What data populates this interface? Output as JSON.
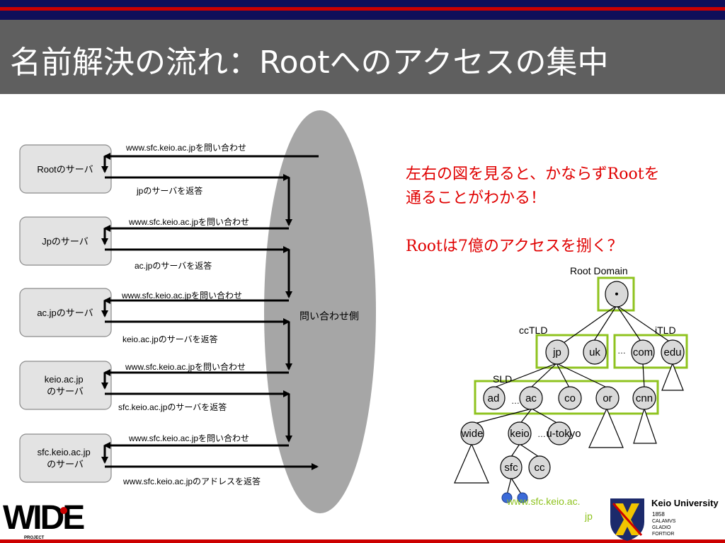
{
  "slide": {
    "title": "名前解決の流れ：Rootへのアクセスの集中",
    "colors": {
      "header": "#5f5f5f",
      "stripe_dark": "#0f0f5a",
      "stripe_red": "#cc0000",
      "note_red": "#e00000",
      "group_green": "#8fc31f"
    }
  },
  "flow": {
    "servers": [
      {
        "label": "Rootのサーバ"
      },
      {
        "label": "Jpのサーバ"
      },
      {
        "label": "ac.jpのサーバ"
      },
      {
        "label": "keio.ac.jp\nのサーバ"
      },
      {
        "label": "sfc.keio.ac.jp\nのサーバ"
      }
    ],
    "queries": [
      "www.sfc.keio.ac.jpを問い合わせ",
      "www.sfc.keio.ac.jpを問い合わせ",
      "www.sfc.keio.ac.jpを問い合わせ",
      "www.sfc.keio.ac.jpを問い合わせ",
      "www.sfc.keio.ac.jpを問い合わせ"
    ],
    "responses": [
      "jpのサーバを返答",
      "ac.jpのサーバを返答",
      "keio.ac.jpのサーバを返答",
      "sfc.keio.ac.jpのサーバを返答",
      "www.sfc.keio.ac.jpのアドレスを返答"
    ],
    "querier_label": "問い合わせ側"
  },
  "notes": {
    "line1": "左右の図を見ると、かならずRootを",
    "line2": "通ることがわかる！",
    "line3": "Rootは7億のアクセスを捌く？"
  },
  "tree": {
    "root_domain_label": "Root Domain",
    "root_node": "・",
    "cctld_label": "ccTLD",
    "itld_label": "iTLD",
    "sld_label": "SLD",
    "nodes": {
      "jp": "jp",
      "uk": "uk",
      "com": "com",
      "edu": "edu",
      "ad": "ad",
      "ac": "ac",
      "co": "co",
      "or": "or",
      "cnn": "cnn",
      "wide": "wide",
      "keio": "keio",
      "u_tokyo": "u-tokyo",
      "sfc": "sfc",
      "cc": "cc"
    },
    "ellipsis_tld": "…",
    "ellipsis_sld": "…",
    "ellipsis_third": "…",
    "www_label_1": "www.sfc.keio.ac.",
    "www_label_2": "jp"
  },
  "logos": {
    "wide_main": "WIDE",
    "wide_sub": "PROJECT",
    "keio_name": "Keio University",
    "keio_year": "1858",
    "keio_motto_1": "CALAMVS",
    "keio_motto_2": "GLADIO",
    "keio_motto_3": "FORTIOR"
  }
}
